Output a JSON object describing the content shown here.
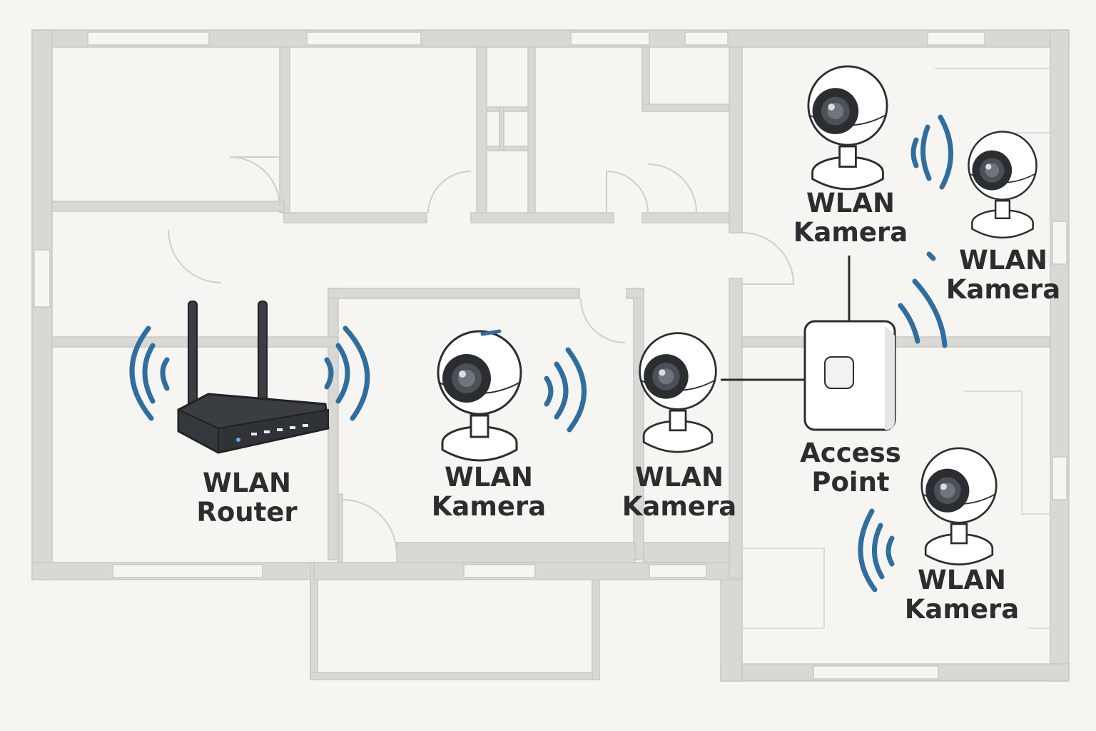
{
  "colors": {
    "background": "#f7f5f1",
    "wall": "#d9d8d4",
    "wall_stroke": "#c9c8c4",
    "signal": "#2f6e9e",
    "router_body": "#3a3d42",
    "device_outline": "#2b2d31",
    "text": "#2b2d31"
  },
  "devices": {
    "router": {
      "line1": "WLAN",
      "line2": "Router",
      "icon": "wifi-router-icon"
    },
    "camera_center": {
      "line1": "WLAN",
      "line2": "Kamera",
      "icon": "wifi-camera-icon"
    },
    "camera_middle": {
      "line1": "WLAN",
      "line2": "Kamera",
      "icon": "wifi-camera-icon"
    },
    "access_point": {
      "line1": "Access",
      "line2": "Point",
      "icon": "access-point-icon"
    },
    "camera_top": {
      "line1": "WLAN",
      "line2": "Kamera",
      "icon": "wifi-camera-icon"
    },
    "camera_right": {
      "line1": "WLAN",
      "line2": "Kamera",
      "icon": "wifi-camera-icon"
    },
    "camera_bottom": {
      "line1": "WLAN",
      "line2": "Kamera",
      "icon": "wifi-camera-icon"
    }
  }
}
